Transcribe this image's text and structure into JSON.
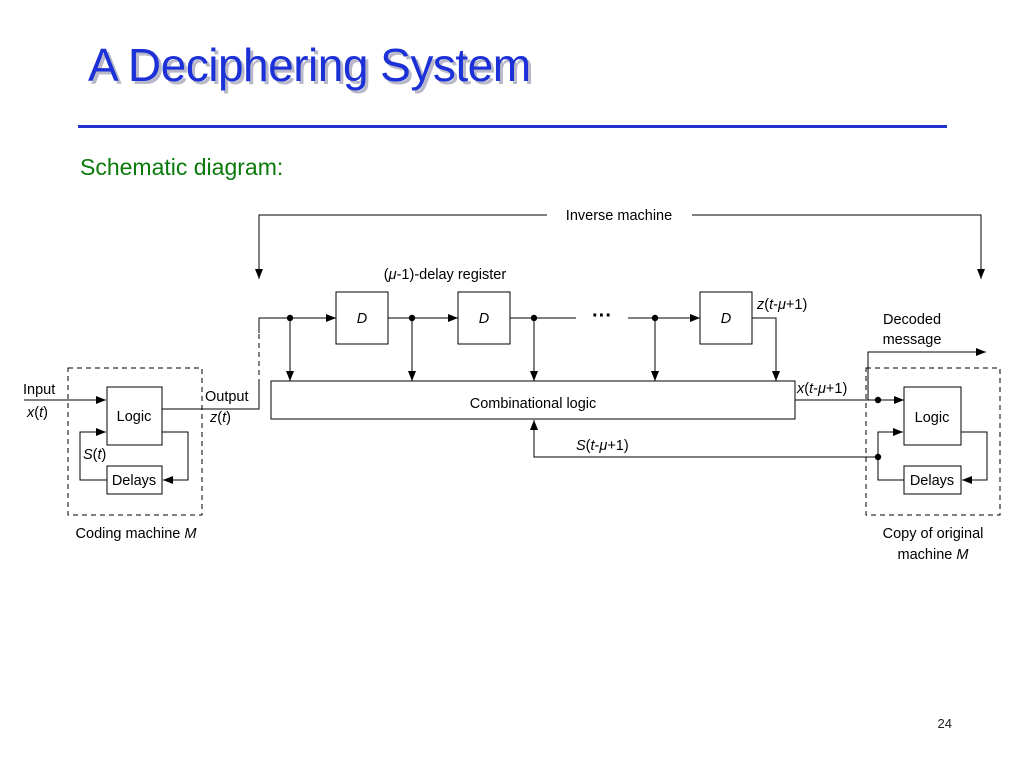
{
  "slide": {
    "title": "A Deciphering System",
    "subtitle": "Schematic diagram:",
    "page_number": "24"
  },
  "diagram": {
    "inverse_machine": "Inverse machine",
    "delay_register": {
      "prefix": "(",
      "mu": "μ",
      "suffix": "-1)-delay register"
    },
    "delay_label": "D",
    "ellipsis": "···",
    "z_out": {
      "v": "z",
      "o": "(",
      "t": "t",
      "m": "-",
      "mu": "μ",
      "p": "+1)"
    },
    "decoded_message": [
      "Decoded",
      "message"
    ],
    "combinational_logic": "Combinational logic",
    "x_out": {
      "v": "x",
      "o": "(",
      "t": "t",
      "m": "-",
      "mu": "μ",
      "p": "+1)"
    },
    "s_feedback": {
      "v": "S",
      "o": "(",
      "t": "t",
      "m": "-",
      "mu": "μ",
      "p": "+1)"
    },
    "coding_machine": {
      "input_label": "Input",
      "x_t": {
        "v": "x",
        "o": "(",
        "t": "t",
        "c": ")"
      },
      "logic": "Logic",
      "output_label": "Output",
      "z_t": {
        "v": "z",
        "o": "(",
        "t": "t",
        "c": ")"
      },
      "s_t": {
        "v": "S",
        "o": "(",
        "t": "t",
        "c": ")"
      },
      "delays": "Delays",
      "caption": "Coding machine ",
      "caption_m": "M"
    },
    "copy_machine": {
      "logic": "Logic",
      "delays": "Delays",
      "caption_line1": "Copy of original",
      "caption_line2": "machine ",
      "caption_m": "M"
    }
  }
}
